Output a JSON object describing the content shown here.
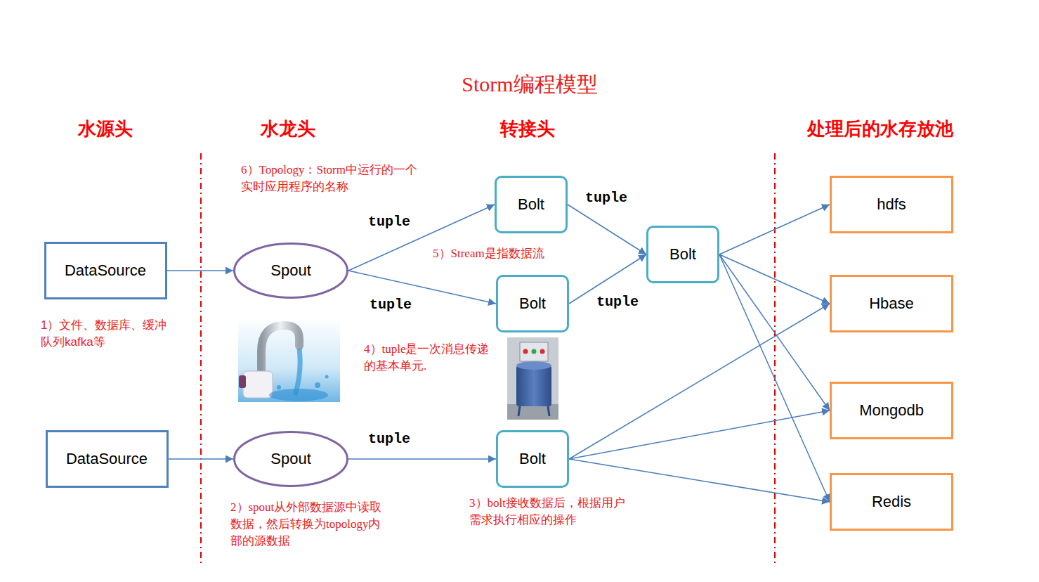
{
  "diagram": {
    "title": "Storm编程模型",
    "nodes": [
      {
        "text": [
          "DataSource"
        ]
      },
      {
        "text": [
          "DataSource"
        ]
      },
      {
        "text": [
          "Spout"
        ]
      },
      {
        "text": [
          "Spout"
        ]
      },
      {
        "text": [
          "Bolt"
        ]
      },
      {
        "text": [
          "Bolt"
        ]
      },
      {
        "text": [
          "Bolt"
        ]
      },
      {
        "text": [
          "Bolt"
        ]
      },
      {
        "text": [
          "hdfs"
        ]
      },
      {
        "text": [
          "Hbase"
        ]
      },
      {
        "text": [
          "Mongodb"
        ]
      },
      {
        "text": [
          "Redis"
        ]
      }
    ],
    "edges": [
      {
        "from": 0,
        "to": 2,
        "arrow": "to"
      },
      {
        "from": 2,
        "to": 4,
        "label": "tuple",
        "arrow": "to"
      },
      {
        "from": 2,
        "to": 5,
        "label": "tuple",
        "arrow": "to"
      },
      {
        "from": 4,
        "to": 6,
        "label": "tuple",
        "arrow": "to"
      },
      {
        "from": 5,
        "to": 6,
        "label": "tuple",
        "arrow": "to"
      },
      {
        "from": 6,
        "to": 8,
        "arrow": "to"
      },
      {
        "from": 6,
        "to": 9,
        "arrow": "to"
      },
      {
        "from": 6,
        "to": 10,
        "arrow": "to"
      },
      {
        "from": 6,
        "to": 11,
        "arrow": "to"
      },
      {
        "from": 1,
        "to": 3,
        "arrow": "to"
      },
      {
        "from": 3,
        "to": 7,
        "label": "tuple",
        "arrow": "to"
      },
      {
        "from": 7,
        "to": 9,
        "arrow": "to"
      },
      {
        "from": 7,
        "to": 10,
        "arrow": "to"
      },
      {
        "from": 7,
        "to": 11,
        "arrow": "to"
      }
    ],
    "labels": [
      "水源头",
      "水龙头",
      "转接头",
      "处理后的水存放池",
      "6）Topology：Storm中运行的一个实时应用程序的名称",
      "5）Stream是指数据流",
      "1）文件、数据库、缓冲队列kafka等",
      "4）tuple是一次消息传递的基本单元.",
      "2）spout从外部数据源中读取数据，然后转换为topology内部的源数据",
      "3）bolt接收数据后，根据用户需求执行相应的操作"
    ]
  }
}
